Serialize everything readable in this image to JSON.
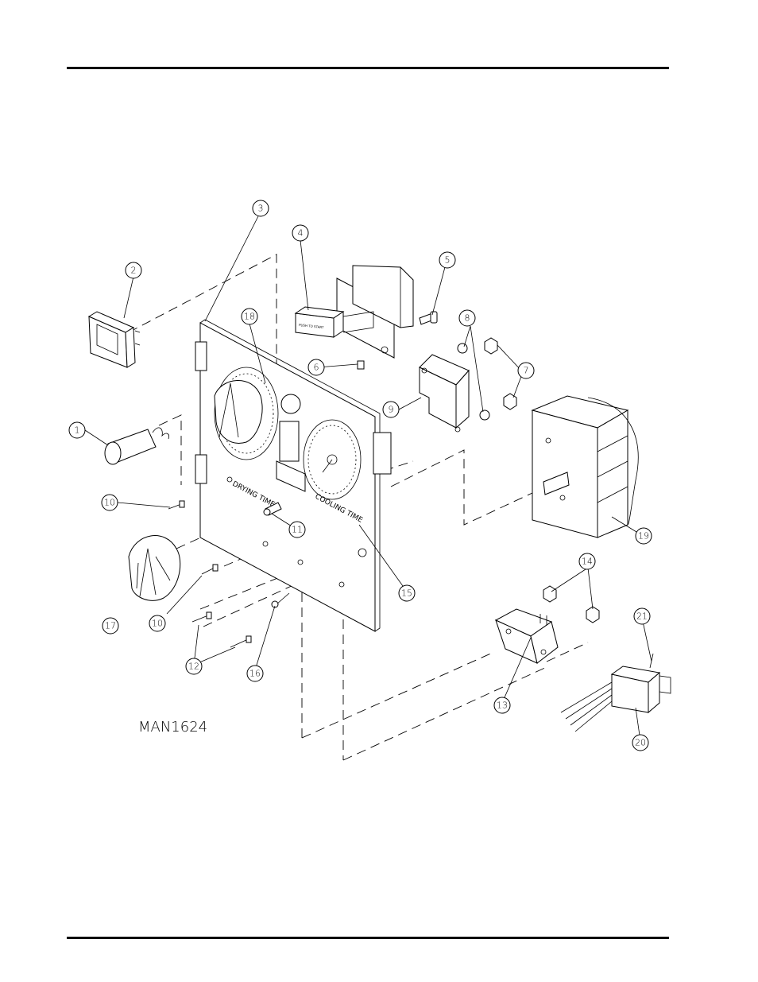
{
  "drawing_id": "MAN1624",
  "panel_labels": {
    "drying": "DRYING TIME",
    "cooling": "COOLING TIME",
    "switch": "PUSH TO START"
  },
  "callouts": [
    "1",
    "2",
    "3",
    "4",
    "5",
    "6",
    "7",
    "8",
    "9",
    "10",
    "10",
    "11",
    "12",
    "13",
    "14",
    "15",
    "16",
    "17",
    "18",
    "19",
    "20",
    "21"
  ]
}
